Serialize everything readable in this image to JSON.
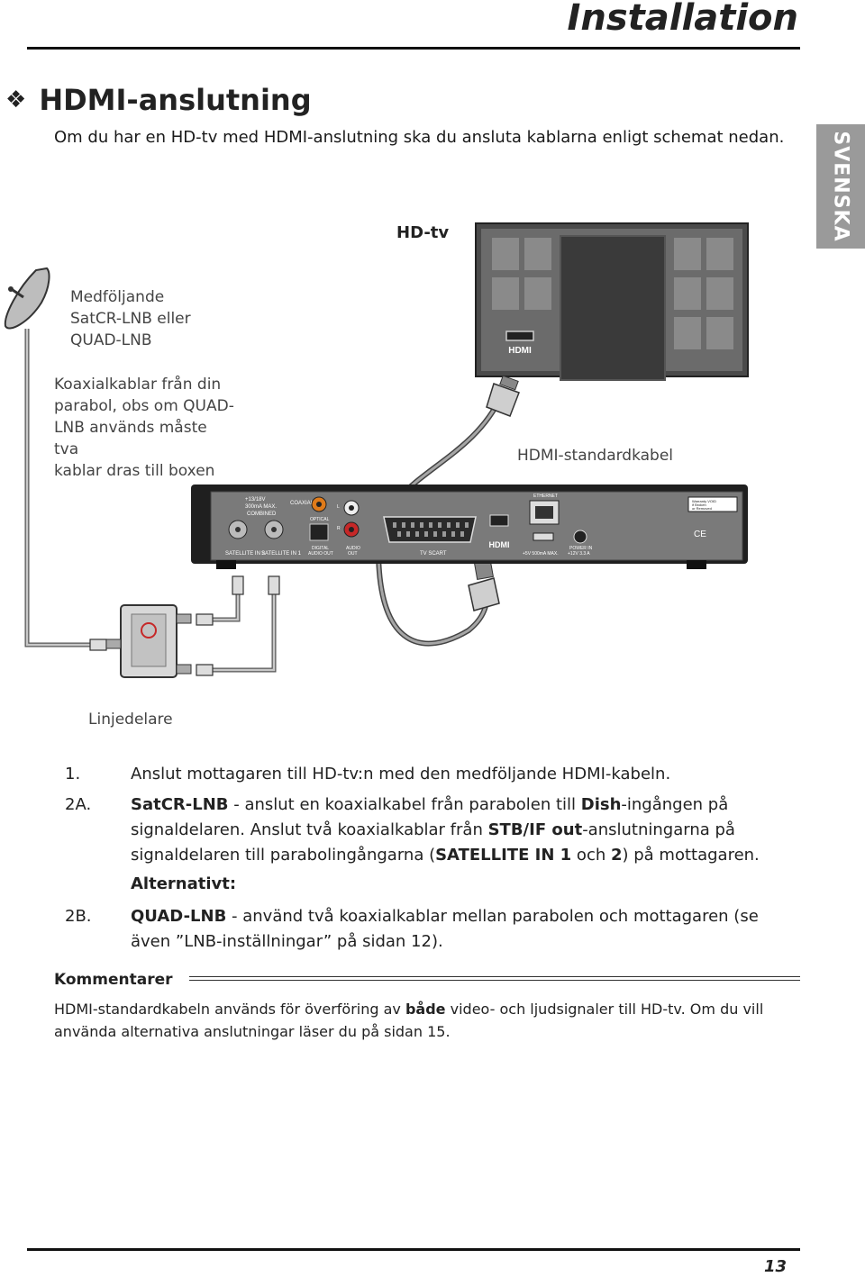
{
  "header": {
    "title": "Installation"
  },
  "side_tab": {
    "label": "SVENSKA"
  },
  "section": {
    "bullet": "❖",
    "heading": "HDMI-anslutning",
    "intro": "Om du har en HD-tv med HDMI-anslutning ska du ansluta kablarna enligt schemat nedan."
  },
  "diagram": {
    "tv_label": "HD-tv",
    "lnb_label": [
      "Medföljande",
      "SatCR-LNB eller",
      "QUAD-LNB"
    ],
    "coax_label": [
      "Koaxialkablar från din",
      "parabol, obs om QUAD-",
      "LNB används måste tva",
      "kablar dras till boxen"
    ],
    "hdmi_cable_label": "HDMI-standardkabel",
    "splitter_label": "Linjedelare",
    "tv_hdmi_logo": "HDMI",
    "receiver": {
      "lnb_power": "+13/18V",
      "lnb_current": "300mA MAX.",
      "combined": "COMBINED",
      "coaxial": "COAXIAL",
      "optical": "OPTICAL",
      "digital_audio_out": "DIGITAL",
      "digital_audio_out2": "AUDIO OUT",
      "audio_out": "AUDIO",
      "audio_out2": "OUT",
      "audio_l": "L",
      "audio_r": "R",
      "sat_in_2": "SATELLITE IN 2",
      "sat_in_1": "SATELLITE IN 1",
      "tv_scart": "TV SCART",
      "hdmi_logo": "HDMI",
      "ethernet": "ETHERNET",
      "usb_power": "+5V 500mA MAX.",
      "power_in": "POWER IN",
      "power_spec": "+12V 3.3 A",
      "warranty1": "Warranty VOID",
      "warranty2": "if Broken",
      "warranty3": "or Removed",
      "ce": "CE"
    }
  },
  "steps": [
    {
      "num": "1.",
      "text": "Anslut mottagaren till HD-tv:n med den medföljande HDMI-kabeln."
    },
    {
      "num": "2A.",
      "p1": "SatCR-LNB",
      "p2": " - anslut en koaxialkabel från parabolen till ",
      "p3": "Dish",
      "p4": "-ingången på signaldelaren. Anslut två koaxialkablar från ",
      "p5": "STB/IF out",
      "p6": "-anslutningarna på signaldelaren till parabolingångarna (",
      "p7": "SATELLITE IN 1",
      "p8": " och ",
      "p9": "2",
      "p10": ") på mottagaren."
    },
    {
      "alt": "Alternativt:"
    },
    {
      "num": "2B.",
      "p1": "QUAD-LNB",
      "p2": " - använd två koaxialkablar mellan parabolen och mottagaren (se även ”LNB-inställningar” på sidan 12)."
    }
  ],
  "comments": {
    "title": "Kommentarer",
    "p1": "HDMI-standardkabeln används för överföring av ",
    "p2": "både",
    "p3": " video- och ljudsignaler till HD-tv. Om du vill använda alternativa anslutningar läser du på sidan 15."
  },
  "page_number": "13"
}
